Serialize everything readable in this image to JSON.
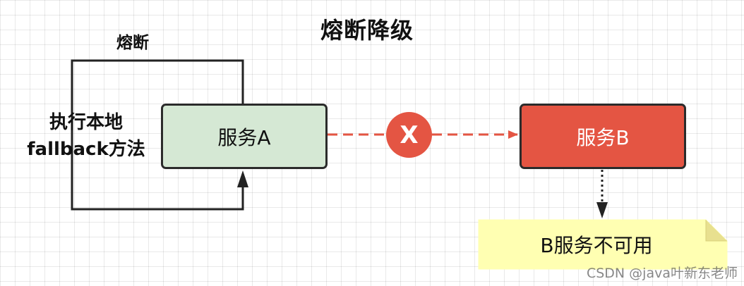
{
  "diagram": {
    "title": "熔断降级",
    "loop_label": "熔断",
    "local_fallback": {
      "line1": "执行本地",
      "line2": "fallback方法"
    },
    "service_a": {
      "label": "服务A"
    },
    "service_b": {
      "label": "服务B"
    },
    "failure_marker": "X",
    "note": {
      "text": "B服务不可用"
    },
    "watermark": "CSDN @java叶新东老师",
    "colors": {
      "service_a_fill": "#d5e8d4",
      "service_b_fill": "#e45543",
      "failure_marker_fill": "#e45543",
      "note_fill": "#ffffb2",
      "stroke": "#2b2b2b"
    }
  }
}
